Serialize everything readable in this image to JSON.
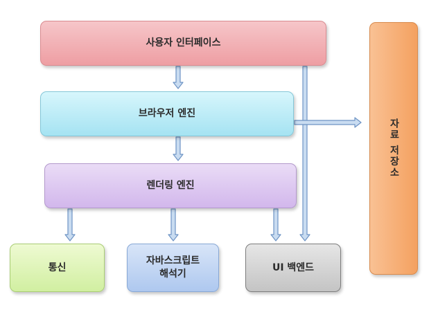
{
  "diagram": {
    "nodes": {
      "user_interface": "사용자 인터페이스",
      "browser_engine": "브라우저 엔진",
      "rendering_engine": "렌더링 엔진",
      "networking": "통신",
      "js_interpreter": "자바스크립트\n해석기",
      "ui_backend": "UI 백엔드",
      "data_storage": "자료 저장소"
    },
    "edges": [
      [
        "user_interface",
        "browser_engine"
      ],
      [
        "user_interface",
        "ui_backend"
      ],
      [
        "browser_engine",
        "rendering_engine"
      ],
      [
        "browser_engine",
        "data_storage"
      ],
      [
        "rendering_engine",
        "networking"
      ],
      [
        "rendering_engine",
        "js_interpreter"
      ],
      [
        "rendering_engine",
        "ui_backend"
      ]
    ],
    "colors": {
      "arrow_fill": "#c9dcf1",
      "arrow_stroke": "#6d93c4"
    }
  }
}
